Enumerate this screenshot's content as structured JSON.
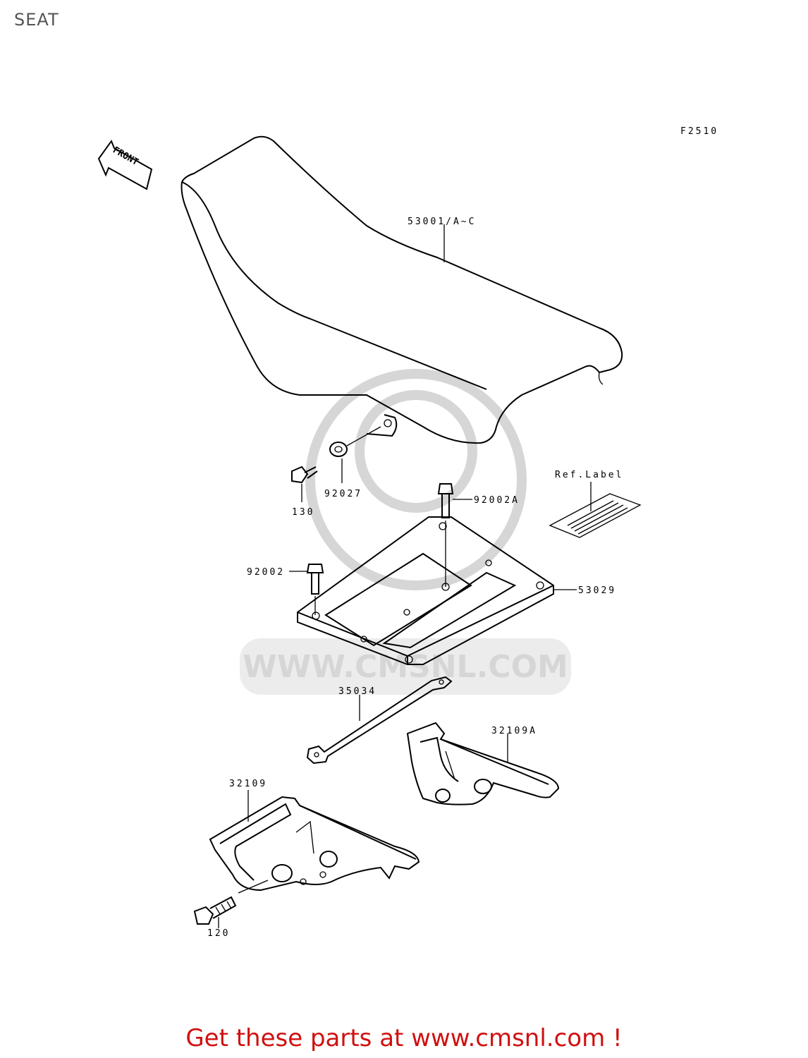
{
  "page": {
    "title": "SEAT",
    "figure_code": "F2510"
  },
  "watermark": {
    "text": "WWW.CMSNL.COM"
  },
  "front_arrow": {
    "text": "FRONT"
  },
  "parts": {
    "seat": "53001/A~C",
    "grommet": "92027",
    "bolt_130": "130",
    "bolt_92002a": "92002A",
    "ref_label": "Ref.Label",
    "bolt_92002": "92002",
    "plate": "53029",
    "strap": "35034",
    "bracket_right": "32109A",
    "bracket_left": "32109",
    "bolt_120": "120"
  },
  "footer": {
    "cta": "Get these parts at www.cmsnl.com !"
  }
}
